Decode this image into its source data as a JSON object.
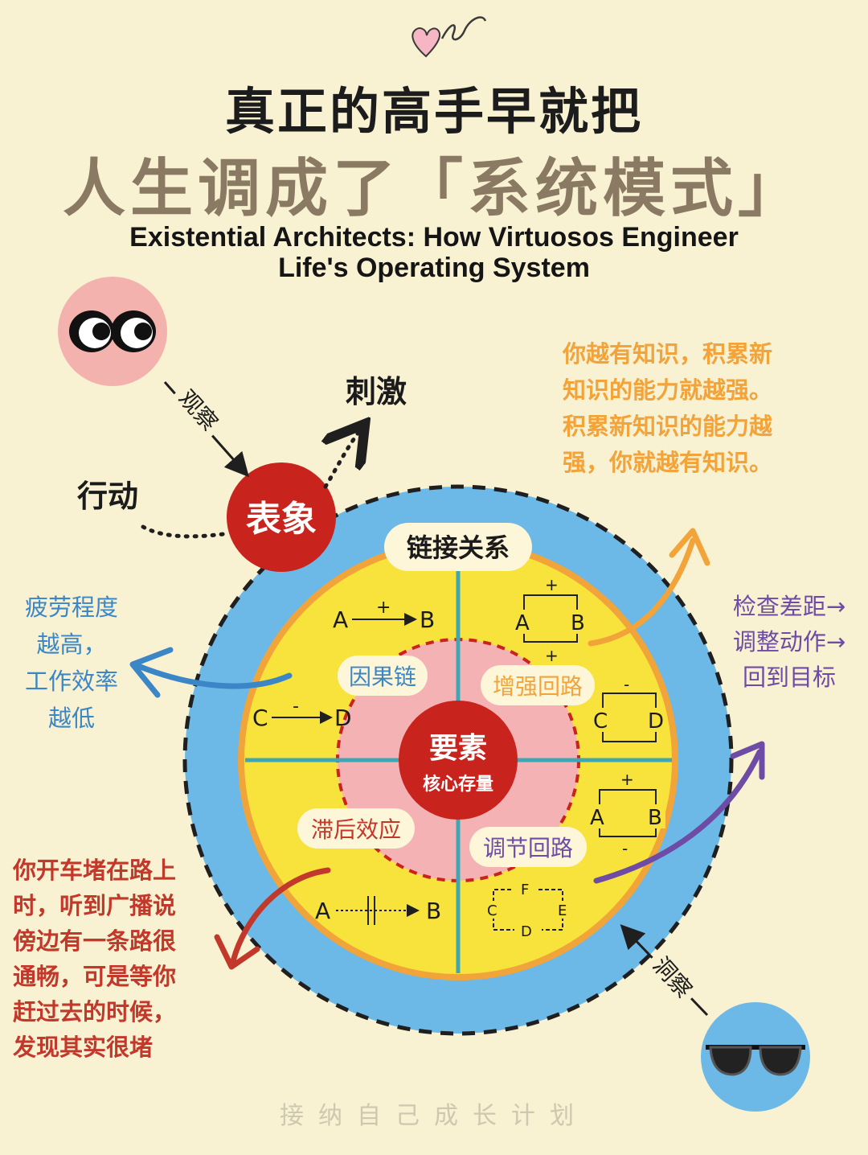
{
  "title": {
    "line1": "真正的高手早就把",
    "line2": "人生调成了「系统模式」",
    "subtitle_line1": "Existential Architects: How Virtuosos Engineer",
    "subtitle_line2": "Life's Operating System"
  },
  "labels": {
    "observe": "观察",
    "insight": "洞察",
    "stimulus": "刺激",
    "action": "行动",
    "appearance": "表象",
    "link_relation": "链接关系",
    "causal_chain": "因果链",
    "reinforcing_loop": "增强回路",
    "delay_effect": "滞后效应",
    "balancing_loop": "调节回路",
    "core_title": "要素",
    "core_subtitle": "核心存量"
  },
  "notes": {
    "orange": [
      "你越有知识，积累新",
      "知识的能力就越强。",
      "积累新知识的能力越",
      "强，你就越有知识。"
    ],
    "blue": [
      "疲劳程度",
      "越高，",
      "工作效率",
      "越低"
    ],
    "purple": [
      "检查差距→",
      "调整动作→",
      "回到目标"
    ],
    "red": [
      "你开车堵在路上",
      "时，听到广播说",
      "傍边有一条路很",
      "通畅，可是等你",
      "赶过去的时候，",
      "发现其实很堵"
    ]
  },
  "diagram_tokens": {
    "a": "A",
    "b": "B",
    "c": "C",
    "d": "D",
    "e": "E",
    "f": "F",
    "plus": "+",
    "minus": "-"
  },
  "watermark": "接纳自己成长计划",
  "colors": {
    "background": "#f8f1d2",
    "outer_ring": "#6cb8e6",
    "yellow_ring": "#f8e23c",
    "orange_border": "#f0a43a",
    "pink_core": "#f4b2b4",
    "red": "#c8231d",
    "teal_line": "#3fa7b4",
    "orange_text": "#f2a33a",
    "blue_text": "#3b86c6",
    "purple_text": "#6e4ca6",
    "red_text": "#c2382a"
  },
  "icons": [
    "heart-doodle-icon",
    "eyes-emoji-icon",
    "sunglasses-emoji-icon"
  ]
}
